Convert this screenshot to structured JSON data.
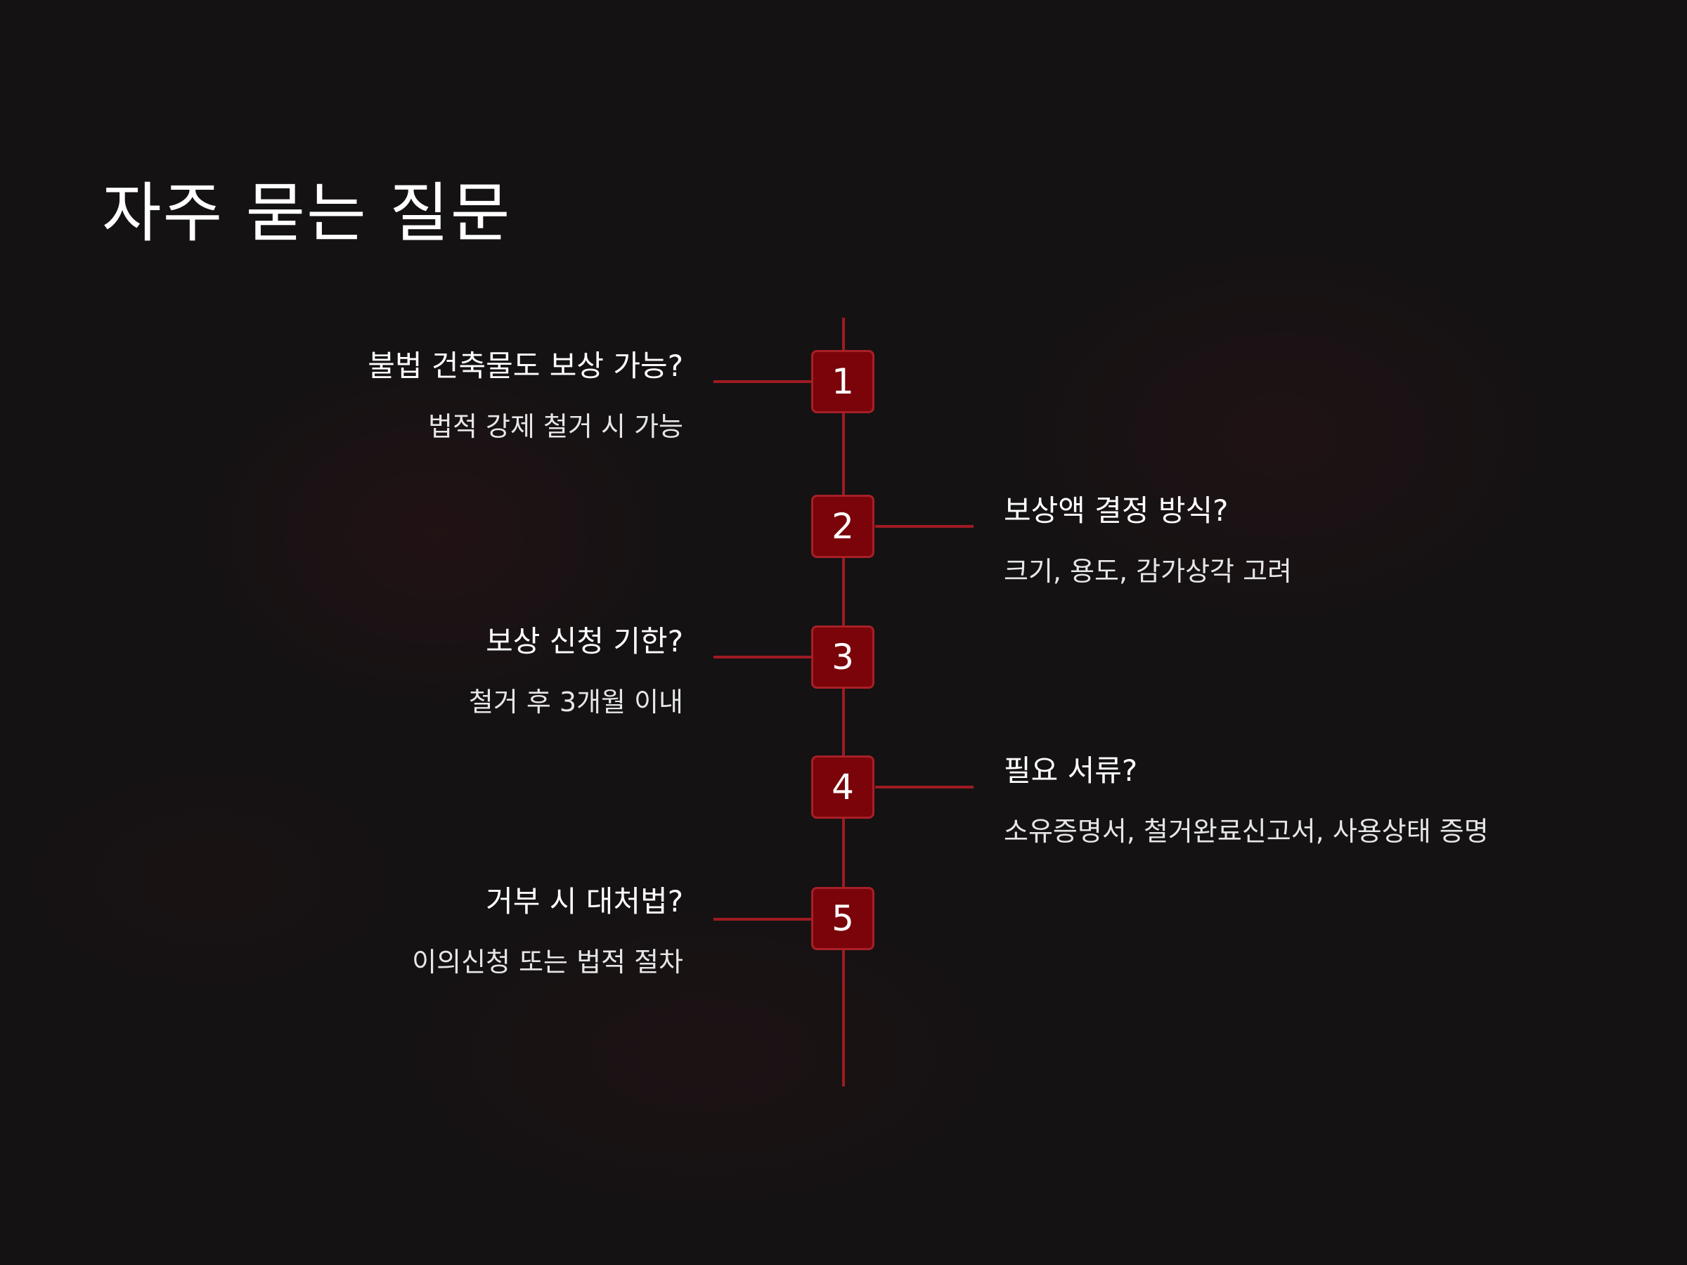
{
  "title": "자주 묻는 질문",
  "colors": {
    "background": "#141213",
    "accent": "#9e1b22",
    "marker_fill": "#7a0409",
    "text": "#ffffff"
  },
  "items": [
    {
      "number": "1",
      "question": "불법 건축물도 보상 가능?",
      "answer": "법적 강제 철거 시 가능",
      "side": "left"
    },
    {
      "number": "2",
      "question": "보상액 결정 방식?",
      "answer": "크기, 용도, 감가상각 고려",
      "side": "right"
    },
    {
      "number": "3",
      "question": "보상 신청 기한?",
      "answer": "철거 후 3개월 이내",
      "side": "left"
    },
    {
      "number": "4",
      "question": "필요 서류?",
      "answer": "소유증명서, 철거완료신고서, 사용상태 증명",
      "side": "right"
    },
    {
      "number": "5",
      "question": "거부 시 대처법?",
      "answer": "이의신청 또는 법적 절차",
      "side": "left"
    }
  ]
}
